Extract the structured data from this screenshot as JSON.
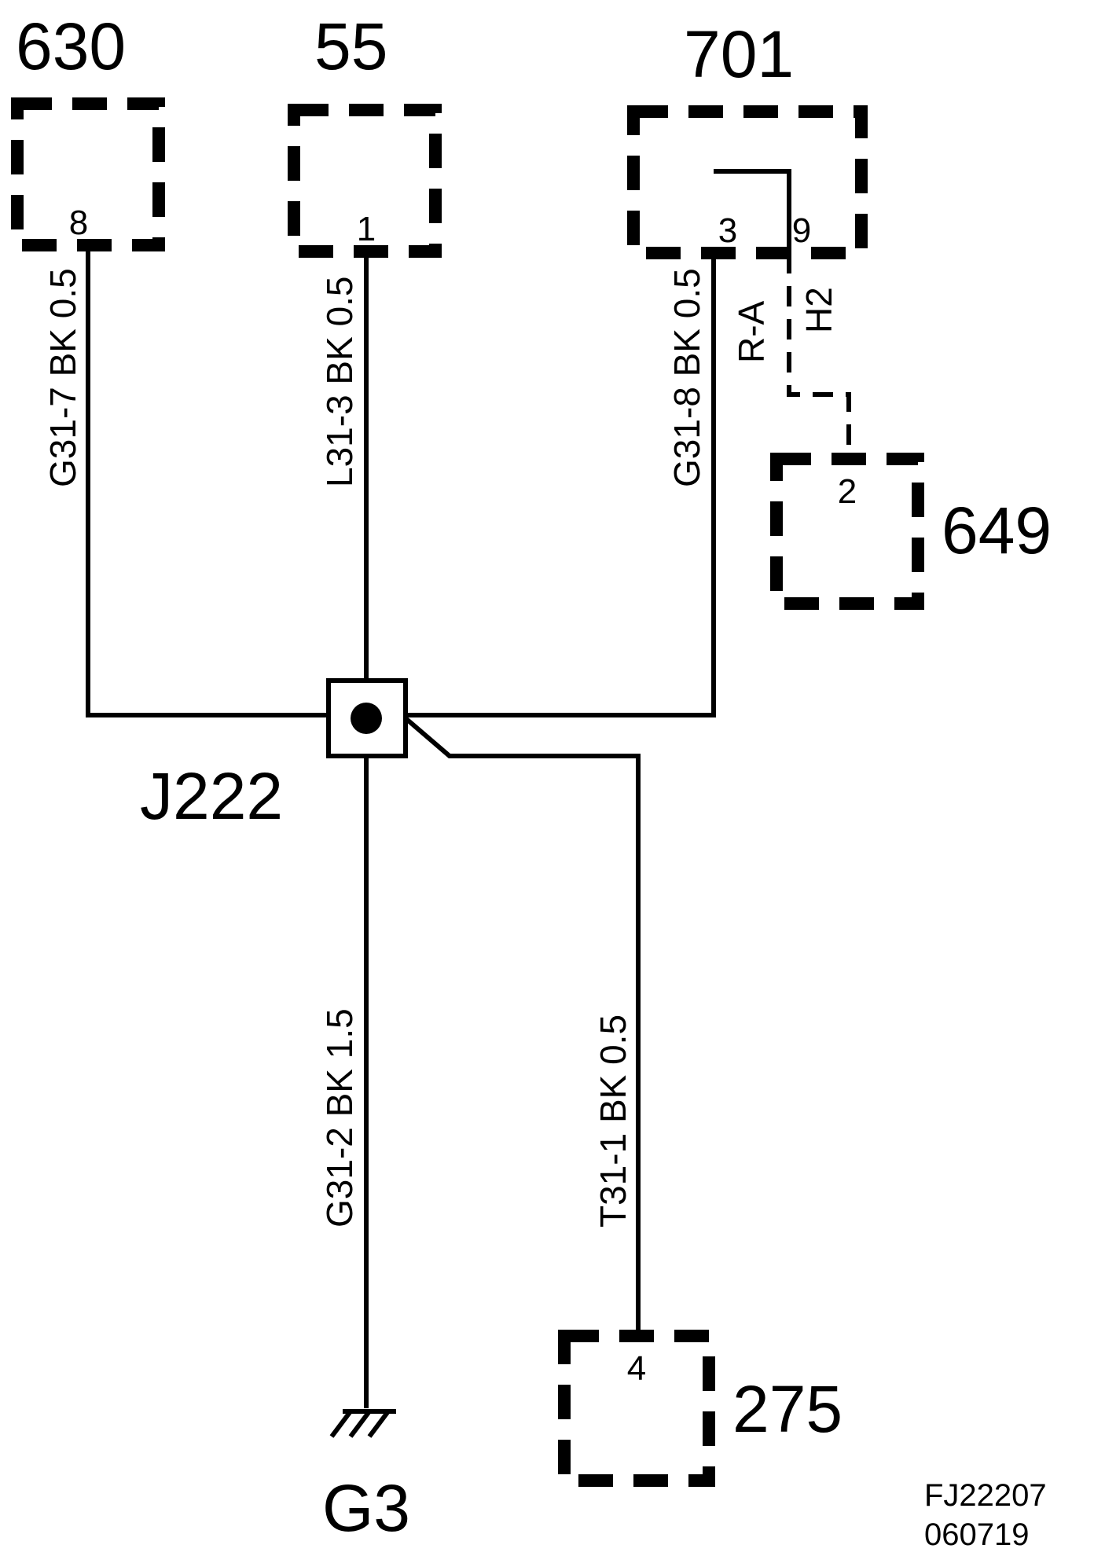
{
  "connectors": {
    "c630": {
      "id": "630",
      "pin": "8"
    },
    "c55": {
      "id": "55",
      "pin": "1"
    },
    "c701": {
      "id": "701",
      "pin_a": "3",
      "pin_b": "9"
    },
    "c649": {
      "id": "649",
      "pin": "2"
    },
    "c275": {
      "id": "275",
      "pin": "4"
    }
  },
  "wires": {
    "w630": "G31-7  BK  0.5",
    "w55": "L31-3  BK  0.5",
    "w701": "G31-8  BK  0.5",
    "ra": "R-A",
    "h2": "H2",
    "g3wire": "G31-2  BK  1.5",
    "w275": "T31-1  BK  0.5"
  },
  "splice": {
    "id": "J222"
  },
  "ground": {
    "id": "G3",
    "icon": "ground-icon"
  },
  "drawing_code": {
    "line1": "FJ22207",
    "line2": "060719"
  }
}
